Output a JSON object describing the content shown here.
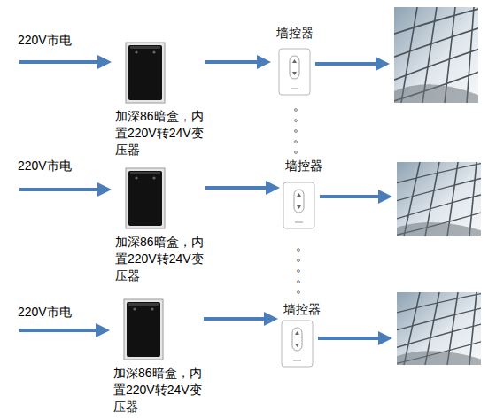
{
  "diagram": {
    "nodes": [
      {
        "text": [
          "220V市电"
        ]
      },
      {
        "text": [
          "加深86暗盒，内置220V转24V变压器"
        ]
      },
      {
        "text": [
          "墙控器"
        ]
      },
      {
        "text": [
          "220V市电"
        ]
      },
      {
        "text": [
          "加深86暗盒，内置220V转24V变压器"
        ]
      },
      {
        "text": [
          "墙控器"
        ]
      },
      {
        "text": [
          "220V市电"
        ]
      },
      {
        "text": [
          "加深86暗盒，内置220V转24V变压器"
        ]
      },
      {
        "text": [
          "墙控器"
        ]
      }
    ],
    "edges": [
      {
        "from": 0,
        "to": 1,
        "arrow": "to"
      },
      {
        "from": 1,
        "to": 2,
        "arrow": "to"
      },
      {
        "from": 3,
        "to": 4,
        "arrow": "to"
      },
      {
        "from": 4,
        "to": 5,
        "arrow": "to"
      },
      {
        "from": 6,
        "to": 7,
        "arrow": "to"
      },
      {
        "from": 7,
        "to": 8,
        "arrow": "to"
      }
    ],
    "labels": [
      "。",
      "。",
      "。",
      "。",
      "。",
      "。",
      "。",
      "。",
      "。",
      "。"
    ]
  }
}
